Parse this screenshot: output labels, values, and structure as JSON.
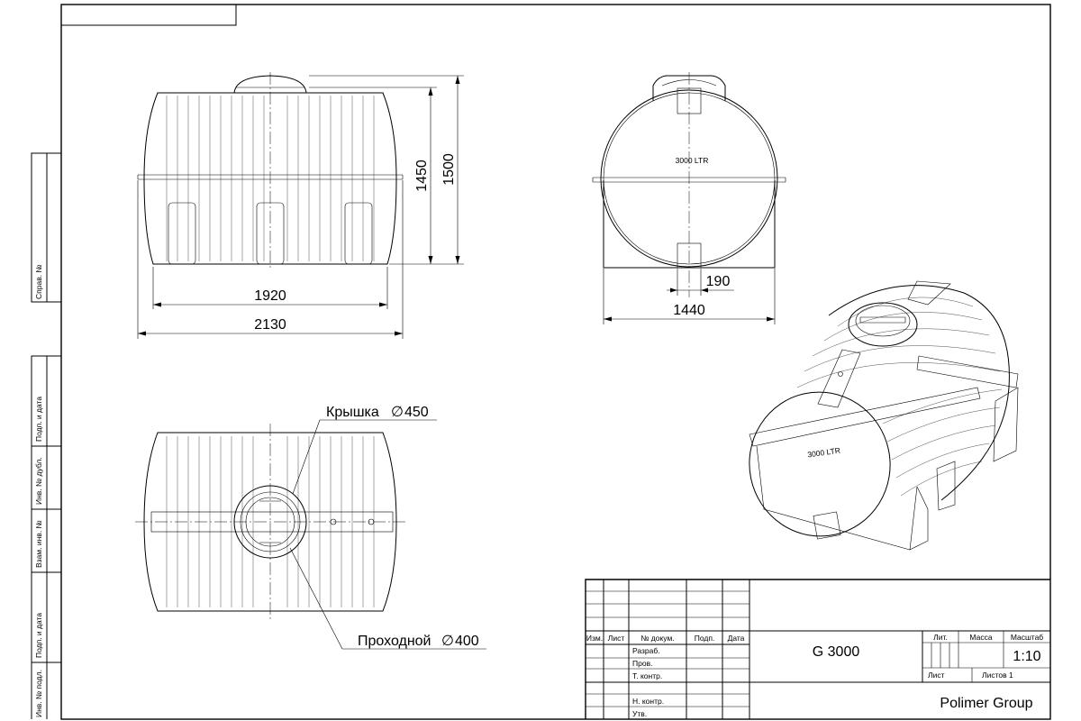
{
  "dimensions": {
    "front_length_inner": "1920",
    "front_length_total": "2130",
    "front_height_inner": "1450",
    "front_height_total": "1500",
    "end_foot_width": "190",
    "end_width_total": "1440"
  },
  "labels": {
    "tank_volume": "3000 LTR",
    "lid": "Крышка",
    "lid_diameter": "450",
    "passage": "Проходной",
    "passage_diameter": "400",
    "diameter_sign": "∅"
  },
  "side_stamp": {
    "sprav": "Справ. №",
    "podp_data_1": "Подп. и дата",
    "inv_dubl": "Инв. № дубл.",
    "vzam_inv": "Взам. инв. №",
    "podp_data_2": "Подп. и дата",
    "inv_podl": "Инв. № подл."
  },
  "title_block": {
    "col_izm": "Изм.",
    "col_list": "Лист",
    "col_doc": "№ докум.",
    "col_sign": "Подп.",
    "col_date": "Дата",
    "role_razrab": "Разраб.",
    "role_prov": "Пров.",
    "role_tkontr": "Т. контр.",
    "role_nkontr": "Н. контр.",
    "role_utv": "Утв.",
    "drawing_name": "G 3000",
    "hdr_lit": "Лит.",
    "hdr_mass": "Масса",
    "hdr_scale": "Масштаб",
    "scale": "1:10",
    "sheet": "Лист",
    "sheets": "Листов 1",
    "company": "Polimer Group"
  }
}
